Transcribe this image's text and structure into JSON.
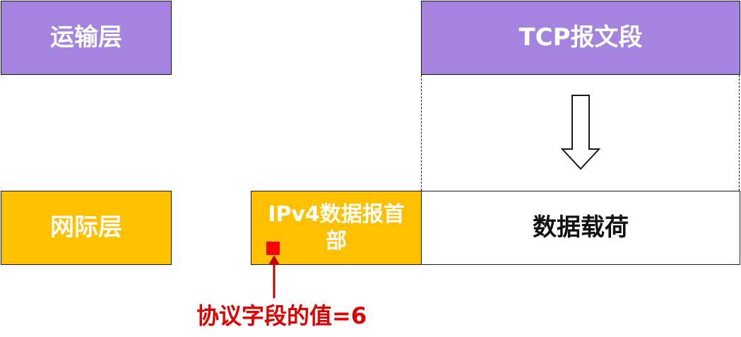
{
  "layers": {
    "transport": "运输层",
    "network": "网际层"
  },
  "segments": {
    "tcp": "TCP报文段",
    "ipv4_header": "IPv4数据报首部",
    "payload": "数据载荷"
  },
  "annotation": {
    "protocol_field": "协议字段的值=6"
  },
  "colors": {
    "transport_fill": "#a584df",
    "network_fill": "#ffc000",
    "annotation": "#e00000"
  },
  "icons": [
    "down-arrow-icon",
    "up-arrow-icon"
  ]
}
